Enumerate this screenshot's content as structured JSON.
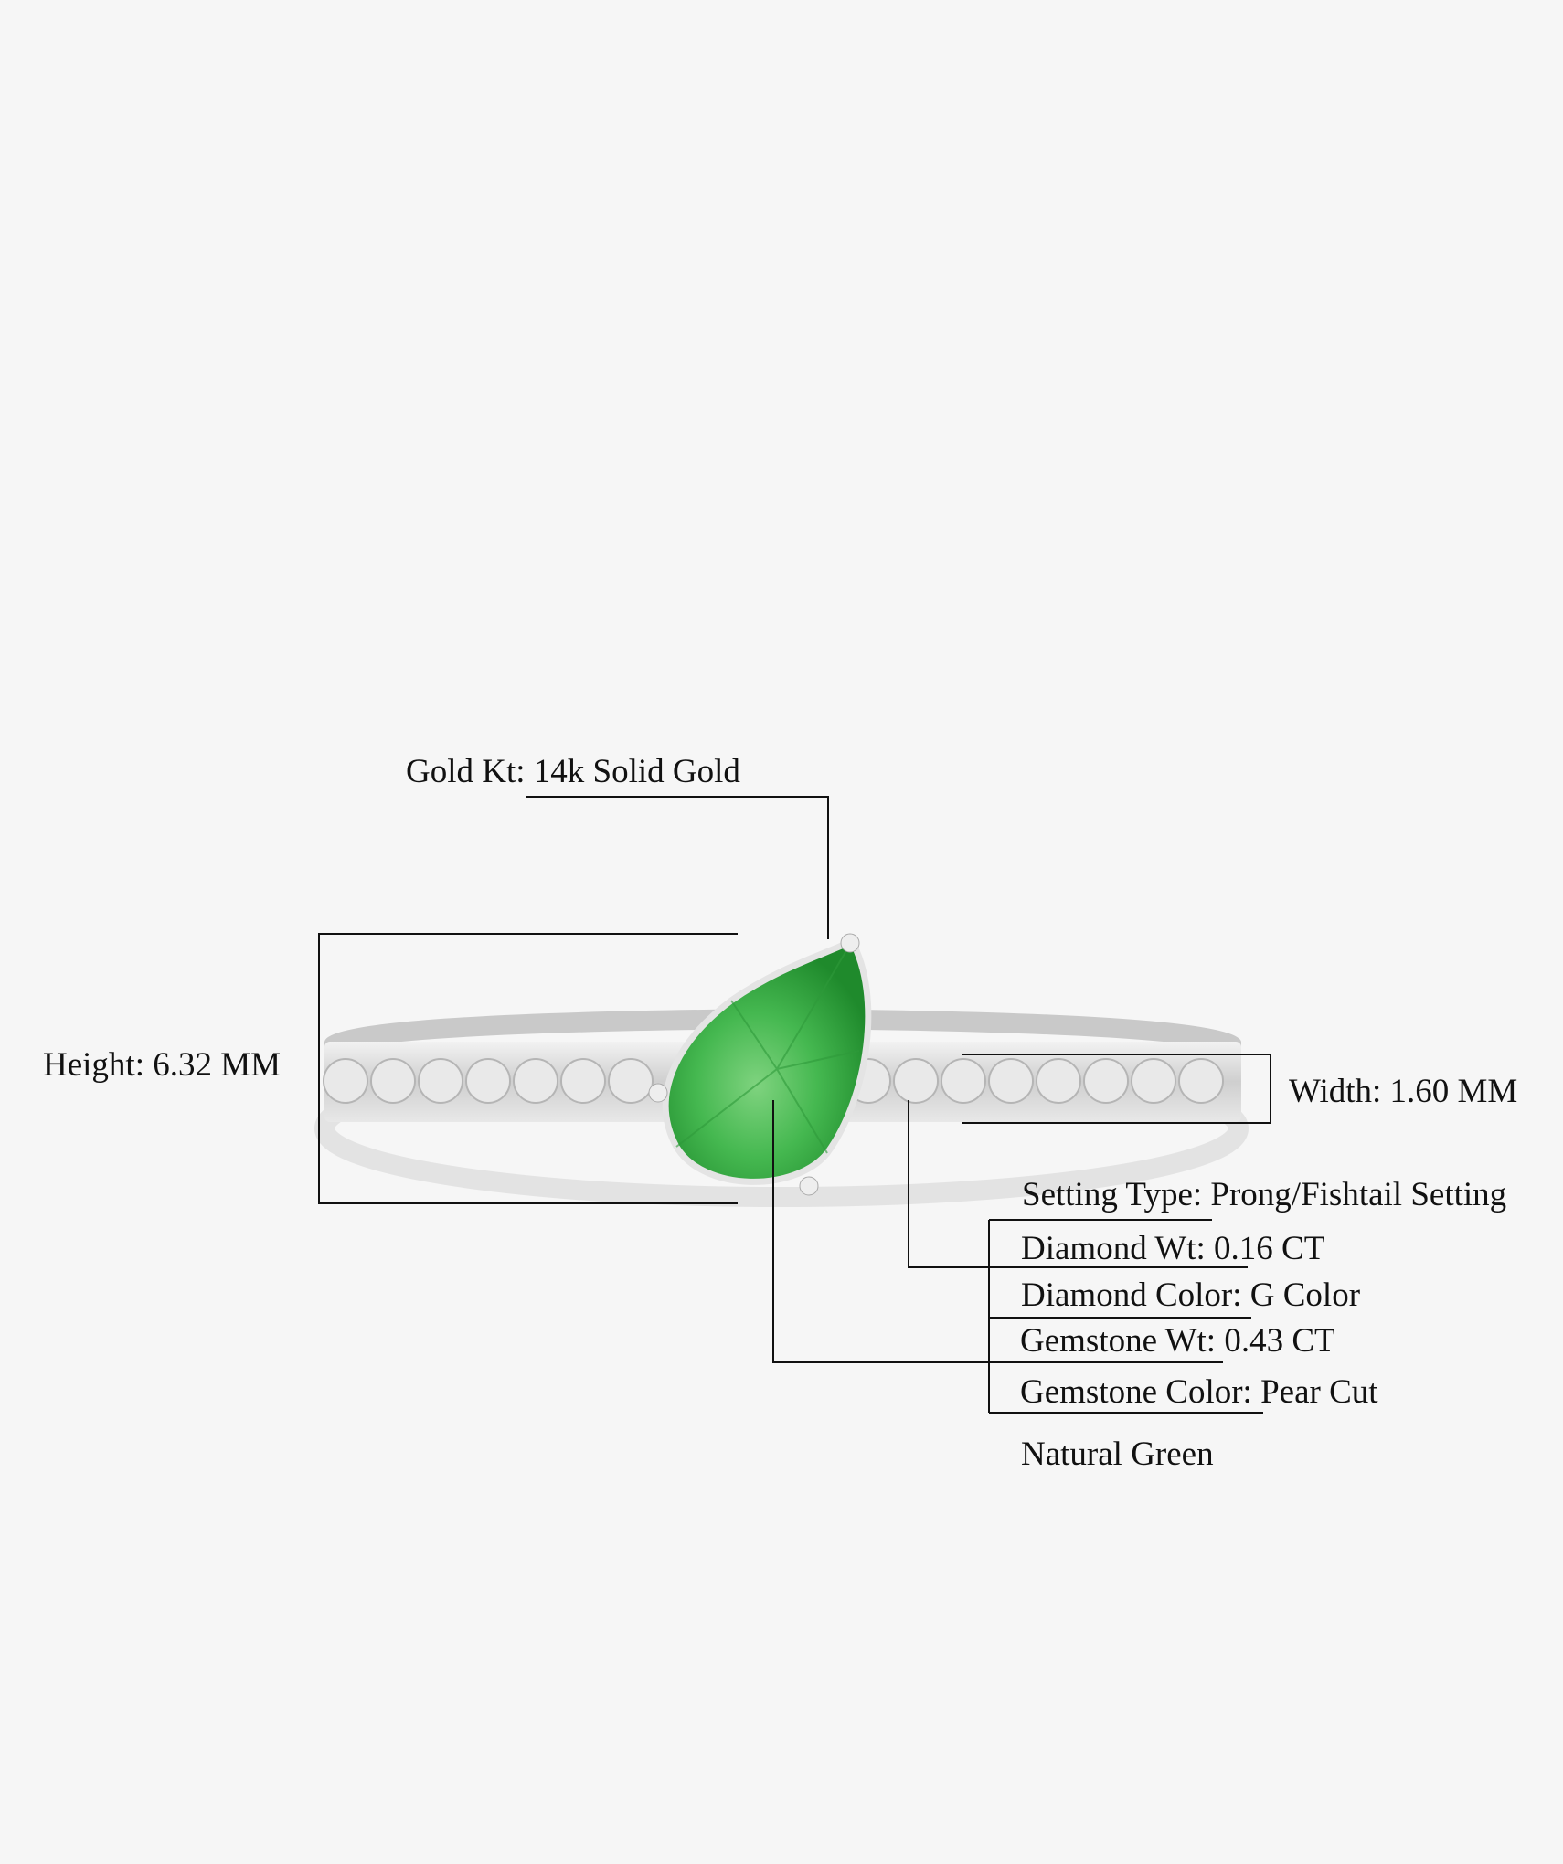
{
  "specs": {
    "gold_kt": "Gold Kt: 14k Solid Gold",
    "height": "Height: 6.32 MM",
    "width": "Width: 1.60 MM",
    "setting_type": "Setting Type: Prong/Fishtail Setting",
    "diamond_wt": "Diamond Wt: 0.16 CT",
    "diamond_color": "Diamond Color: G Color",
    "gemstone_wt": "Gemstone Wt: 0.43 CT",
    "gemstone_color": "Gemstone Color: Pear Cut",
    "gemstone_color_cont": "Natural Green"
  },
  "colors": {
    "background": "#f6f6f6",
    "gem": "#3fae4a",
    "metal": "#d9d9d9",
    "line": "#111111"
  }
}
